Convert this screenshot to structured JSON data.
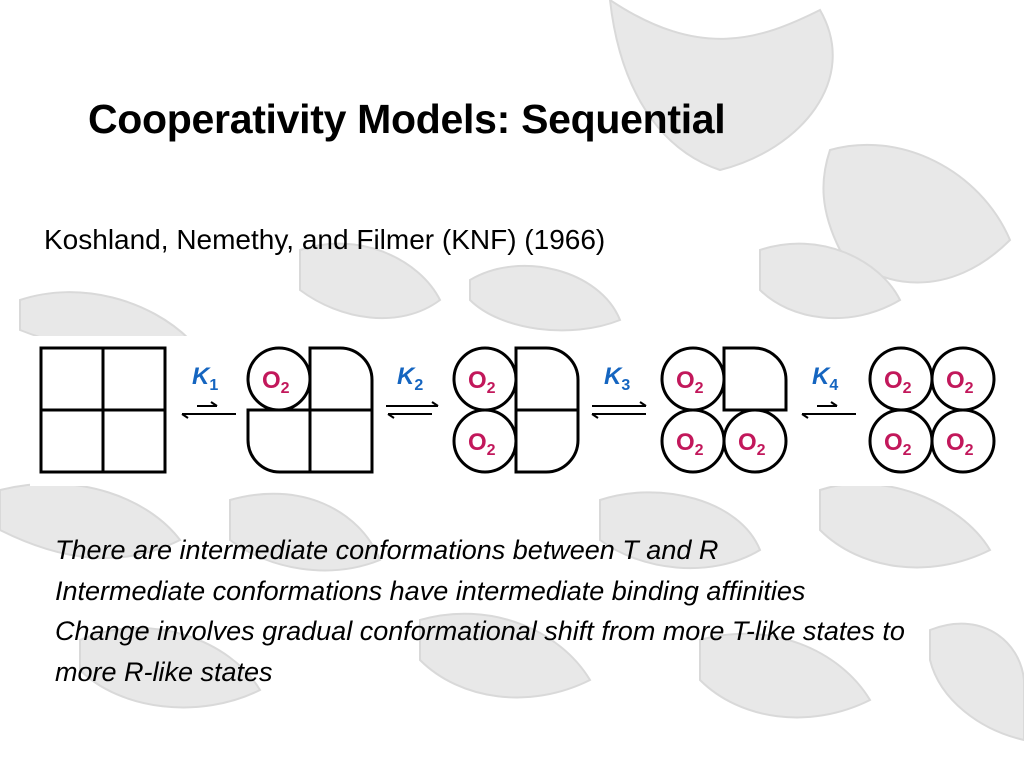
{
  "slide": {
    "title": "Cooperativity Models: Sequential",
    "subtitle": "Koshland, Nemethy, and Filmer (KNF)  (1966)"
  },
  "diagram": {
    "oxygen_label": {
      "main": "O",
      "sub": "2"
    },
    "constants": [
      {
        "main": "K",
        "sub": "1"
      },
      {
        "main": "K",
        "sub": "2"
      },
      {
        "main": "K",
        "sub": "3"
      },
      {
        "main": "K",
        "sub": "4"
      }
    ],
    "colors": {
      "label": "#c2185b",
      "constant": "#1565c0",
      "outline": "#000000"
    }
  },
  "bullets": [
    "There are intermediate conformations between T and R",
    "Intermediate conformations have intermediate binding affinities",
    "Change involves gradual conformational shift from more T-like states to more R-like states"
  ]
}
